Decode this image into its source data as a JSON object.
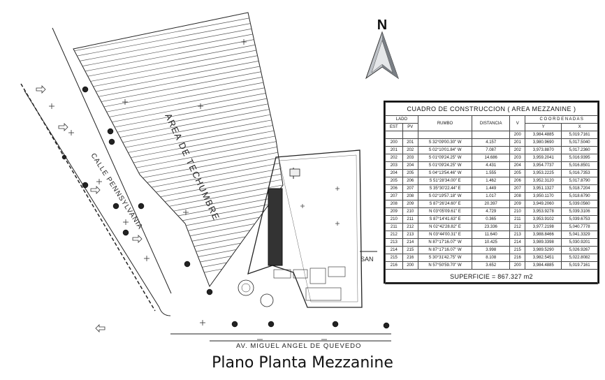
{
  "north_label": "N",
  "area_label": "AREA DE TECHUMBRE",
  "street_1": "CALLE PENNSYLVANIA",
  "street_2": "AV. MIGUEL ANGEL DE QUEVEDO",
  "side_label": "SAN",
  "table": {
    "title": "CUADRO DE CONSTRUCCION ( AREA MEZZANINE )",
    "h_lado": "LADO",
    "h_est": "EST",
    "h_pv": "PV",
    "h_rumbo": "RUMBO",
    "h_distancia": "DISTANCIA",
    "h_v": "V",
    "h_coord": "C O O R D E N A D A S",
    "h_y": "Y",
    "h_x": "X",
    "first_row": {
      "v": "200",
      "y": "3,984.4885",
      "x": "5,019.7161"
    },
    "rows": [
      {
        "est": "200",
        "pv": "201",
        "rumbo": "S 32°09'00.30\" W",
        "dist": "4.157",
        "v": "201",
        "y": "3,980.9690",
        "x": "5,017.5040"
      },
      {
        "est": "201",
        "pv": "202",
        "rumbo": "S 02°10'01.84\" W",
        "dist": "7.087",
        "v": "202",
        "y": "3,973.8870",
        "x": "5,017.2360"
      },
      {
        "est": "202",
        "pv": "203",
        "rumbo": "S 01°09'24.25\" W",
        "dist": "14.686",
        "v": "203",
        "y": "3,959.2041",
        "x": "5,016.9395"
      },
      {
        "est": "203",
        "pv": "204",
        "rumbo": "S 01°09'24.25\" W",
        "dist": "4.431",
        "v": "204",
        "y": "3,954.7737",
        "x": "5,016.8501"
      },
      {
        "est": "204",
        "pv": "205",
        "rumbo": "S 04°13'54.46\" W",
        "dist": "1.555",
        "v": "205",
        "y": "3,953.2225",
        "x": "5,016.7353"
      },
      {
        "est": "205",
        "pv": "206",
        "rumbo": "S 51°28'34.00\" E",
        "dist": "1.462",
        "v": "206",
        "y": "3,952.3120",
        "x": "5,017.8790"
      },
      {
        "est": "206",
        "pv": "207",
        "rumbo": "S 35°30'22.44\" E",
        "dist": "1.449",
        "v": "207",
        "y": "3,951.1327",
        "x": "5,018.7204"
      },
      {
        "est": "207",
        "pv": "208",
        "rumbo": "S 02°19'57.18\" W",
        "dist": "1.017",
        "v": "208",
        "y": "3,950.1170",
        "x": "5,018.6790"
      },
      {
        "est": "208",
        "pv": "209",
        "rumbo": "S 87°26'24.60\" E",
        "dist": "20.397",
        "v": "209",
        "y": "3,949.2060",
        "x": "5,039.0560"
      },
      {
        "est": "209",
        "pv": "210",
        "rumbo": "N 03°05'09.61\" E",
        "dist": "4.729",
        "v": "210",
        "y": "3,953.9278",
        "x": "5,039.3106"
      },
      {
        "est": "210",
        "pv": "211",
        "rumbo": "S 87°14'41.63\" E",
        "dist": "0.365",
        "v": "211",
        "y": "3,953.9102",
        "x": "5,039.6753"
      },
      {
        "est": "211",
        "pv": "212",
        "rumbo": "N 02°42'28.82\" E",
        "dist": "23.336",
        "v": "212",
        "y": "3,977.2198",
        "x": "5,040.7778"
      },
      {
        "est": "212",
        "pv": "213",
        "rumbo": "N 03°44'00.31\" E",
        "dist": "11.640",
        "v": "213",
        "y": "3,988.8466",
        "x": "5,041.3329"
      },
      {
        "est": "213",
        "pv": "214",
        "rumbo": "N 87°17'16.07\" W",
        "dist": "10.425",
        "v": "214",
        "y": "3,989.3398",
        "x": "5,030.9201"
      },
      {
        "est": "214",
        "pv": "215",
        "rumbo": "N 87°17'16.07\" W",
        "dist": "3.998",
        "v": "215",
        "y": "3,989.5290",
        "x": "5,026.9267"
      },
      {
        "est": "215",
        "pv": "216",
        "rumbo": "S 30°31'42.75\" W",
        "dist": "8.108",
        "v": "216",
        "y": "3,982.5451",
        "x": "5,022.8082"
      },
      {
        "est": "216",
        "pv": "200",
        "rumbo": "N 57°50'59.70\" W",
        "dist": "3.652",
        "v": "200",
        "y": "3,984.4885",
        "x": "5,019.7161"
      }
    ],
    "superficie": "SUPERFICIE = 867.327 m2"
  },
  "caption": "Plano Planta Mezzanine"
}
